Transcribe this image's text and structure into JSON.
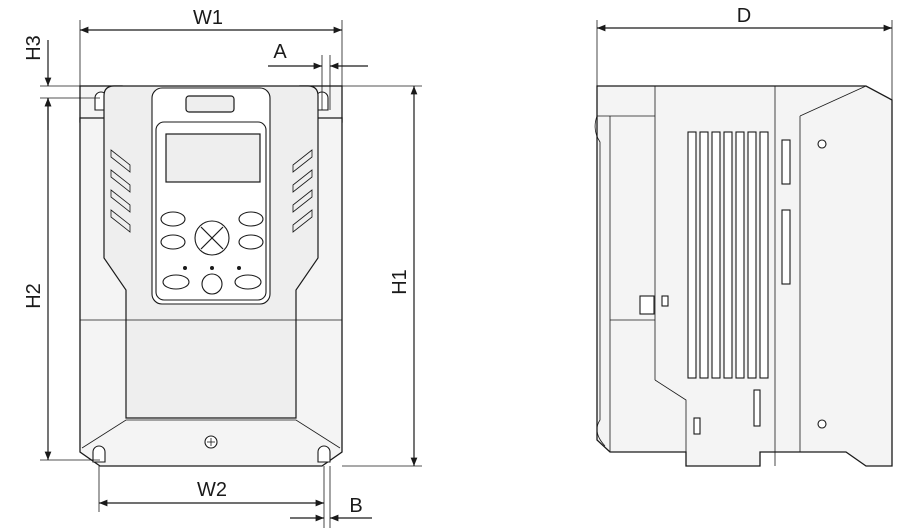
{
  "labels": {
    "W1": "W1",
    "W2": "W2",
    "H1": "H1",
    "H2": "H2",
    "H3": "H3",
    "A": "A",
    "B": "B",
    "D": "D"
  }
}
